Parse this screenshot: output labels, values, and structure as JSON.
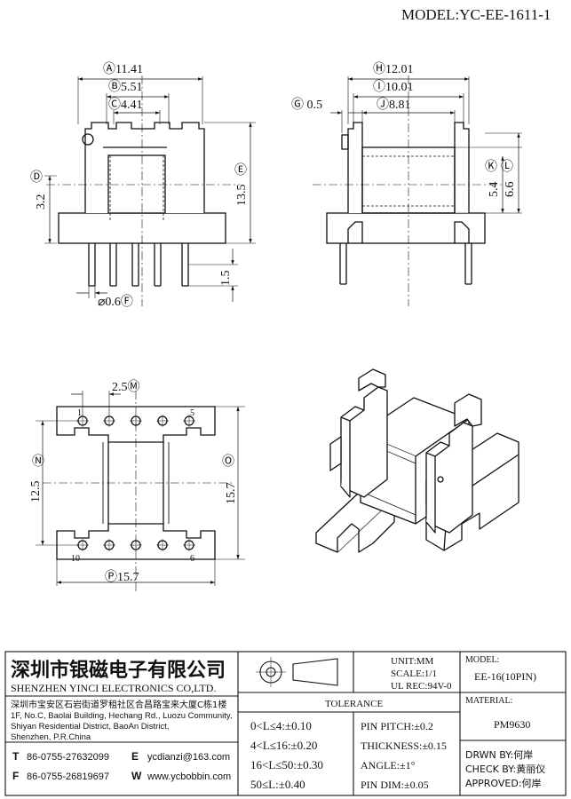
{
  "model_header": "MODEL:YC-EE-1611-1",
  "top_view": {
    "dim_a": "Ⓐ11.41",
    "dim_b": "Ⓑ5.51",
    "dim_c": "Ⓒ4.41",
    "dim_d": "Ⓓ",
    "dim_d_value": "3.2",
    "dim_e": "Ⓔ",
    "dim_e_value": "13.5",
    "dim_pin_len": "1.5",
    "dim_f": "⌀0.6Ⓕ"
  },
  "side_view": {
    "dim_h": "Ⓗ12.01",
    "dim_i": "Ⓘ10.01",
    "dim_j": "Ⓙ8.81",
    "dim_g": "Ⓖ 0.5",
    "dim_k": "Ⓚ",
    "dim_k_value": "5.4",
    "dim_l": "Ⓛ",
    "dim_l_value": "6.6"
  },
  "bottom_view": {
    "dim_m": "2.5Ⓜ",
    "dim_n": "Ⓝ",
    "dim_n_value": "12.5",
    "dim_o": "Ⓞ",
    "dim_o_value": "15.7",
    "dim_p": "Ⓟ15.7",
    "pin_labels": [
      "1",
      "5",
      "10",
      "6"
    ]
  },
  "title_block": {
    "company_cn": "深圳市银磁电子有限公司",
    "company_en": "SHENZHEN YINCI ELECTRONICS CO,LTD.",
    "address_cn": "深圳市宝安区石岩街道罗租社区合昌路宝来大厦C栋1楼",
    "address_en_1": "1F, No.C, Baolai Building, Hechang Rd., Luozu Community,",
    "address_en_2": "Shiyan Residential District, BaoAn District,",
    "address_en_3": "Shenzhen, P.R.China",
    "tel_letter": "T",
    "tel": "86-0755-27632099",
    "fax_letter": "F",
    "fax": "86-0755-26819697",
    "email_letter": "E",
    "email": "ycdianzi@163.com",
    "web_letter": "W",
    "web": "www.ycbobbin.com",
    "unit": "UNIT:MM",
    "scale": "SCALE:1/1",
    "ul_rec": "UL REC:94V-0",
    "model_label": "MODEL:",
    "model_value": "EE-16(10PIN)",
    "material_label": "MATERIAL:",
    "material_value": "PM9630",
    "tolerance_title": "TOLERANCE",
    "tol_1": "0<L≤4:±0.10",
    "tol_2": "4<L≤16:±0.20",
    "tol_3": "16<L≤50:±0.30",
    "tol_4": "50≤L:±0.40",
    "pin_pitch": "PIN PITCH:±0.2",
    "thickness": "THICKNESS:±0.15",
    "angle": "ANGLE:±1°",
    "pin_dim": "PIN DIM:±0.05",
    "drawn_by": "DRWN BY:何岸",
    "check_by": "CHECK BY:黄丽仪",
    "approved": "APPROVED:何岸"
  }
}
